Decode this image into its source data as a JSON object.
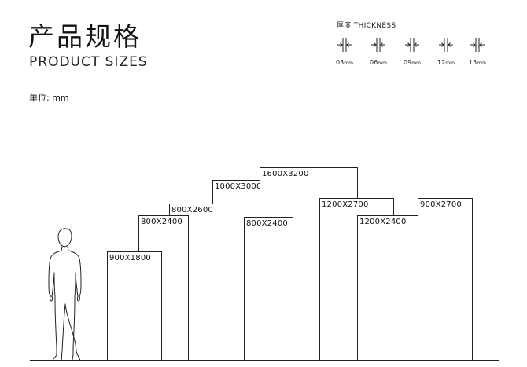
{
  "header": {
    "title_cn": "产品规格",
    "title_en": "PRODUCT SIZES",
    "unit": "单位:  mm"
  },
  "thickness": {
    "title": "厚度 THICKNESS",
    "items": [
      {
        "label": "03",
        "unit": "mm"
      },
      {
        "label": "06",
        "unit": "mm"
      },
      {
        "label": "09",
        "unit": "mm"
      },
      {
        "label": "12",
        "unit": "mm"
      },
      {
        "label": "15",
        "unit": "mm"
      }
    ]
  },
  "panels": [
    {
      "label": "900X1800"
    },
    {
      "label": "800X2400"
    },
    {
      "label": "800X2600"
    },
    {
      "label": "1000X3000"
    },
    {
      "label": "1600X3200"
    },
    {
      "label": "800X2400"
    },
    {
      "label": "1200X2700"
    },
    {
      "label": "1200X2400"
    },
    {
      "label": "900X2700"
    }
  ]
}
